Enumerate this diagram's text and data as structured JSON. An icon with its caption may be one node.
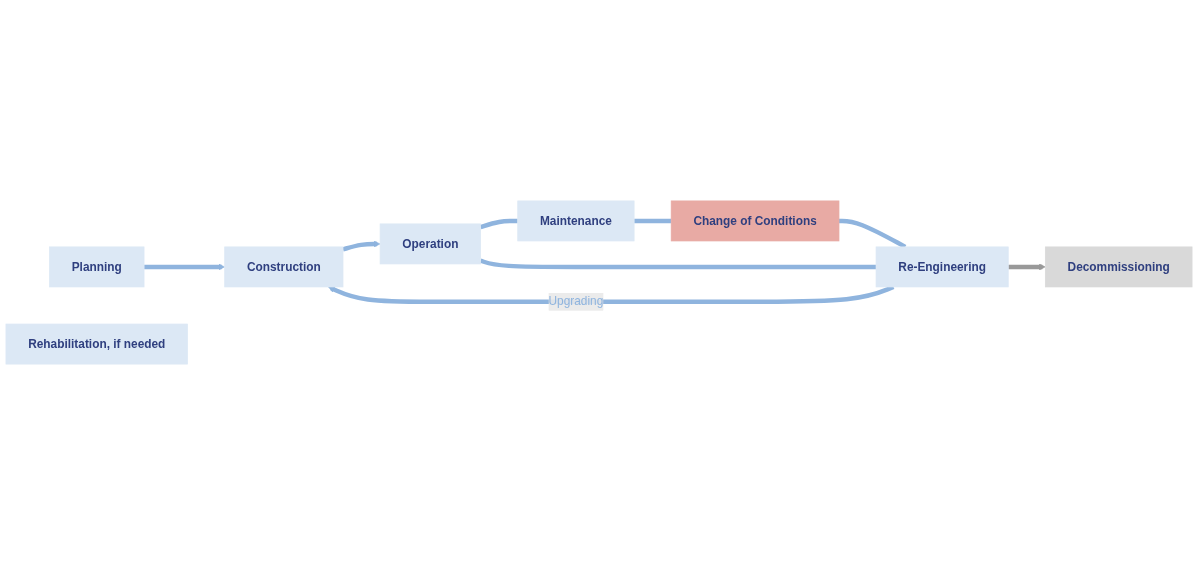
{
  "diagram": {
    "nodes": [
      {
        "text": [
          "Planning"
        ]
      },
      {
        "text": [
          "Construction"
        ]
      },
      {
        "text": [
          "Operation"
        ]
      },
      {
        "text": [
          "Rehabilitation, if needed"
        ]
      },
      {
        "text": [
          "Maintenance"
        ]
      },
      {
        "text": [
          "Re-Engineering"
        ]
      },
      {
        "text": [
          "Decommissioning"
        ]
      },
      {
        "text": [
          "Change of Conditions"
        ]
      }
    ],
    "edges": [
      {
        "from": 0,
        "to": 1,
        "arrow": "to"
      },
      {
        "from": 1,
        "to": 2,
        "arrow": "to"
      },
      {
        "from": 5,
        "to": 1,
        "arrow": "to",
        "label": "Upgrading"
      },
      {
        "from": 2,
        "to": 4,
        "arrow": "none"
      },
      {
        "from": 4,
        "to": 7,
        "arrow": "none"
      },
      {
        "from": 7,
        "to": 5,
        "arrow": "none"
      },
      {
        "from": 5,
        "to": 2,
        "arrow": "none"
      },
      {
        "from": 5,
        "to": 6,
        "arrow": "to",
        "color": "#999999"
      }
    ]
  }
}
